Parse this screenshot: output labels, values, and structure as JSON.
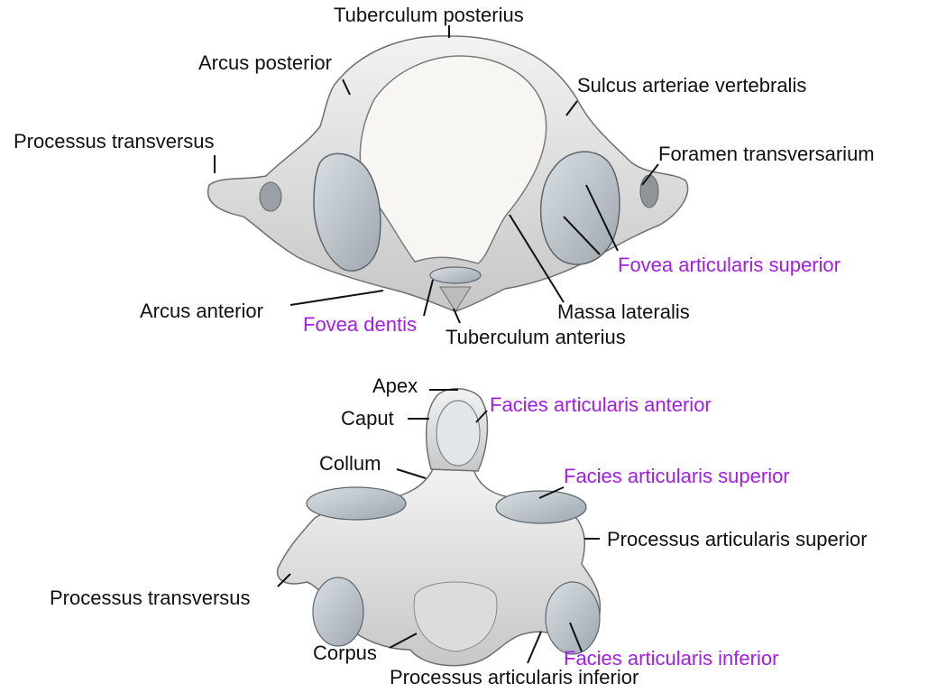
{
  "colors": {
    "black_label": "#111111",
    "purple_label": "#a020e0",
    "bone_light": "#ececec",
    "bone_mid": "#c9c9c9",
    "bone_shadow": "#8f9499",
    "articular_surface": "#c4ccd3"
  },
  "atlas": {
    "labels": {
      "tuberculum_posterius": "Tuberculum posterius",
      "arcus_posterior": "Arcus posterior",
      "sulcus_arteriae_vertebralis": "Sulcus arteriae vertebralis",
      "processus_transversus": "Processus transversus",
      "foramen_transversarium": "Foramen transversarium",
      "fovea_articularis_superior": "Fovea articularis superior",
      "arcus_anterior": "Arcus anterior",
      "fovea_dentis": "Fovea dentis",
      "massa_lateralis": "Massa lateralis",
      "tuberculum_anterius": "Tuberculum anterius"
    }
  },
  "axis": {
    "labels": {
      "apex": "Apex",
      "caput": "Caput",
      "facies_articularis_anterior": "Facies articularis anterior",
      "collum": "Collum",
      "facies_articularis_superior": "Facies articularis superior",
      "processus_articularis_superior": "Processus articularis superior",
      "processus_transversus": "Processus transversus",
      "corpus": "Corpus",
      "facies_articularis_inferior": "Facies articularis inferior",
      "processus_articularis_inferior": "Processus articularis inferior"
    }
  }
}
